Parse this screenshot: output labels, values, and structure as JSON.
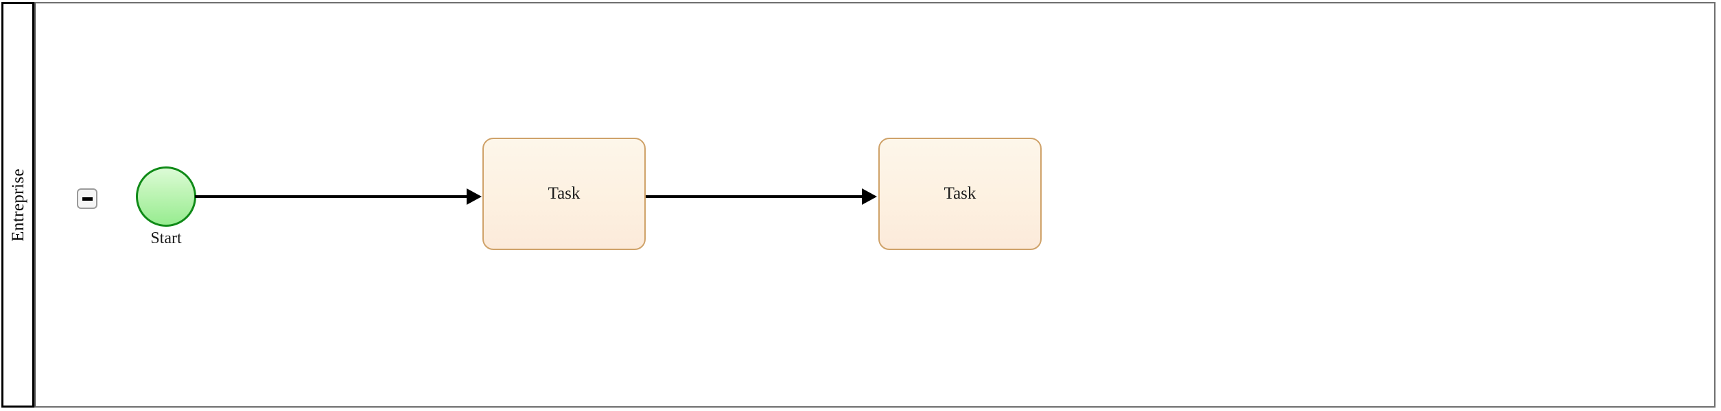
{
  "diagram": {
    "type": "bpmn-process",
    "background_color": "#ffffff",
    "pool": {
      "name": "Entreprise",
      "header_border_color": "#000000",
      "body_border_color": "#6e6e6e"
    },
    "lane_header": {
      "label": "Entreprise",
      "orientation": "vertical"
    },
    "collapse_button": {
      "icon": "minus-icon",
      "state": "expanded",
      "fill_color": "#f5f5f5",
      "border_color": "#9a9a9a"
    },
    "nodes": [
      {
        "id": "start-event",
        "type": "start-event",
        "label": "Start",
        "shape": "circle",
        "fill_color": "#c2f5b9",
        "border_color": "#0f8a17"
      },
      {
        "id": "task-1",
        "type": "task",
        "label": "Task",
        "shape": "rounded-rectangle",
        "fill_color": "#fdf1e1",
        "border_color": "#cfa269"
      },
      {
        "id": "task-2",
        "type": "task",
        "label": "Task",
        "shape": "rounded-rectangle",
        "fill_color": "#fdf1e1",
        "border_color": "#cfa269"
      }
    ],
    "flows": [
      {
        "id": "flow-1",
        "type": "sequence-flow",
        "from": "start-event",
        "to": "task-1",
        "label": "",
        "color": "#000000"
      },
      {
        "id": "flow-2",
        "type": "sequence-flow",
        "from": "task-1",
        "to": "task-2",
        "label": "",
        "color": "#000000"
      }
    ]
  }
}
